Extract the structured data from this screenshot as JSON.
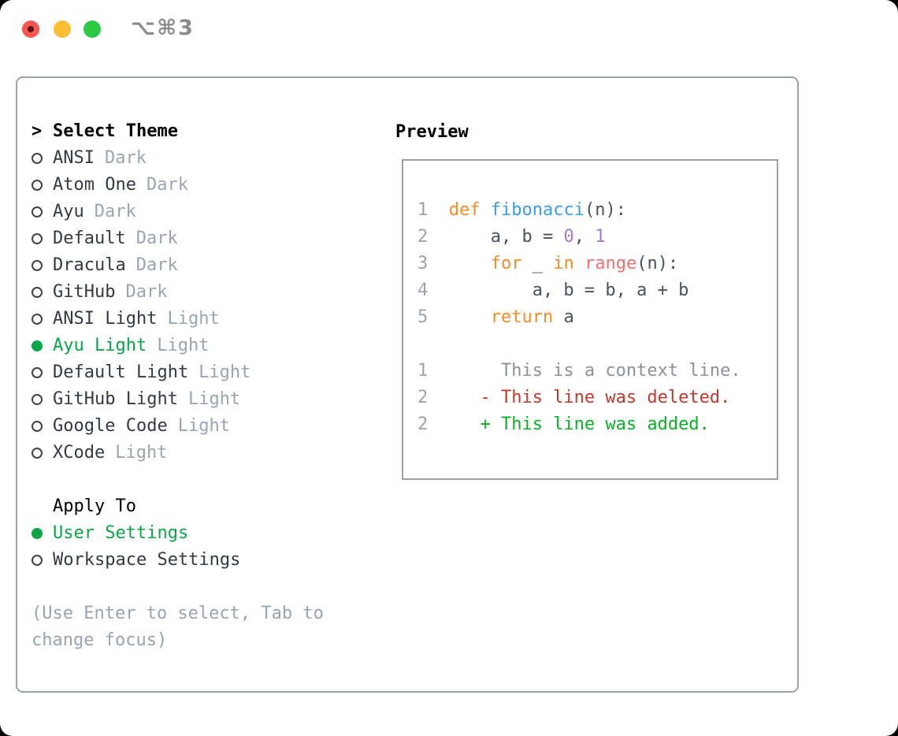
{
  "window": {
    "title": "⌥⌘3",
    "traffic_lights": {
      "close": "close-button",
      "minimize": "minimize-button",
      "zoom": "zoom-button"
    }
  },
  "theme_panel": {
    "header": {
      "pointer": ">",
      "label": "Select Theme"
    },
    "themes": [
      {
        "name": "ANSI",
        "variant": "Dark",
        "selected": false
      },
      {
        "name": "Atom One",
        "variant": "Dark",
        "selected": false
      },
      {
        "name": "Ayu",
        "variant": "Dark",
        "selected": false
      },
      {
        "name": "Default",
        "variant": "Dark",
        "selected": false
      },
      {
        "name": "Dracula",
        "variant": "Dark",
        "selected": false
      },
      {
        "name": "GitHub",
        "variant": "Dark",
        "selected": false
      },
      {
        "name": "ANSI Light",
        "variant": "Light",
        "selected": false
      },
      {
        "name": "Ayu Light",
        "variant": "Light",
        "selected": true
      },
      {
        "name": "Default Light",
        "variant": "Light",
        "selected": false
      },
      {
        "name": "GitHub Light",
        "variant": "Light",
        "selected": false
      },
      {
        "name": "Google Code",
        "variant": "Light",
        "selected": false
      },
      {
        "name": "XCode",
        "variant": "Light",
        "selected": false
      }
    ],
    "apply_to": {
      "label": "Apply To",
      "options": [
        {
          "name": "User Settings",
          "selected": true
        },
        {
          "name": "Workspace Settings",
          "selected": false
        }
      ]
    },
    "hint_lines": [
      "(Use Enter to select, Tab to",
      "change focus)"
    ]
  },
  "preview": {
    "title": "Preview",
    "lines": [
      {
        "gutter": "1",
        "segments": [
          {
            "t": "def",
            "c": "keyword"
          },
          {
            "t": " ",
            "c": "fg"
          },
          {
            "t": "fibonacci",
            "c": "function"
          },
          {
            "t": "(n):",
            "c": "fg"
          }
        ]
      },
      {
        "gutter": "2",
        "segments": [
          {
            "t": "    a, b = ",
            "c": "fg"
          },
          {
            "t": "0",
            "c": "number"
          },
          {
            "t": ", ",
            "c": "fg"
          },
          {
            "t": "1",
            "c": "number"
          }
        ]
      },
      {
        "gutter": "3",
        "segments": [
          {
            "t": "    ",
            "c": "fg"
          },
          {
            "t": "for",
            "c": "keyword"
          },
          {
            "t": " _ ",
            "c": "fg"
          },
          {
            "t": "in",
            "c": "keyword"
          },
          {
            "t": " ",
            "c": "fg"
          },
          {
            "t": "range",
            "c": "builtin"
          },
          {
            "t": "(n):",
            "c": "fg"
          }
        ]
      },
      {
        "gutter": "4",
        "segments": [
          {
            "t": "        a, b = b, a + b",
            "c": "fg"
          }
        ]
      },
      {
        "gutter": "5",
        "segments": [
          {
            "t": "    ",
            "c": "fg"
          },
          {
            "t": "return",
            "c": "keyword"
          },
          {
            "t": " a",
            "c": "fg"
          }
        ]
      },
      {
        "gutter": "",
        "segments": []
      },
      {
        "gutter": "1",
        "segments": [
          {
            "t": "     This is a context line.",
            "c": "context"
          }
        ]
      },
      {
        "gutter": "2",
        "segments": [
          {
            "t": "   - This line was deleted.",
            "c": "deleted"
          }
        ]
      },
      {
        "gutter": "2",
        "segments": [
          {
            "t": "   + This line was added.",
            "c": "added"
          }
        ]
      }
    ]
  },
  "colors": {
    "traffic_red": "#f8564e",
    "traffic_yellow": "#fcbe34",
    "traffic_green": "#2ec944",
    "title_gray": "#8b8b90",
    "heading": "#000000",
    "item_name": "#333a43",
    "variant_label": "#9aa5b2",
    "selected_green": "#0aa648",
    "hint_gray": "#98a3b3",
    "panel_border": "#9aa3af",
    "gutter": "#9aa3ae",
    "fg": "#4a525c",
    "keyword": "#f68c26",
    "function": "#399ee6",
    "number": "#a37acc",
    "builtin": "#f07171",
    "context": "#8c9299",
    "deleted": "#c0392b",
    "added": "#09b226"
  }
}
